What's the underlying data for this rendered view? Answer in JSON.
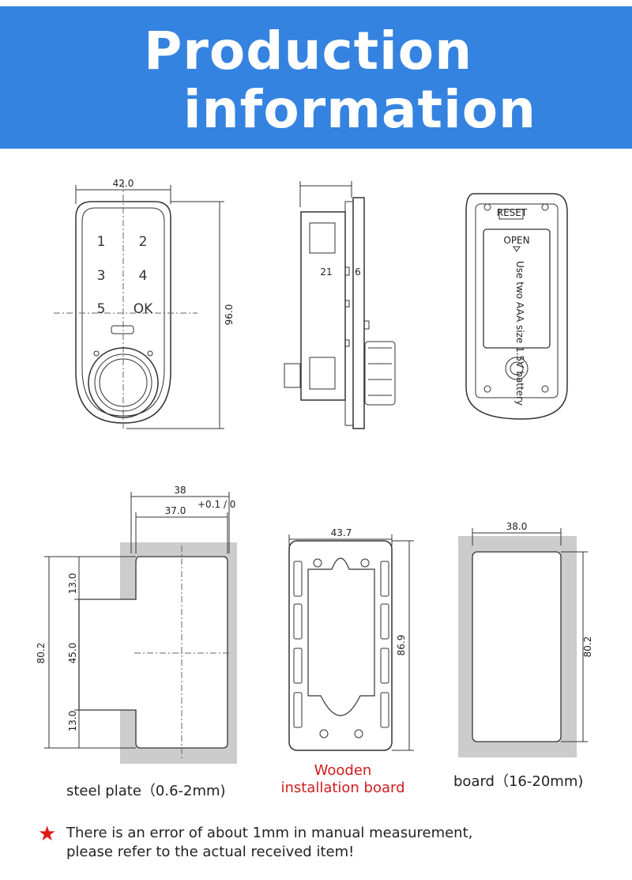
{
  "banner": {
    "line1": "Production",
    "line2": "information",
    "color": "#3583e0"
  },
  "lock_front": {
    "width_label": "42.0",
    "height_label": "96.0",
    "keys": [
      "1",
      "2",
      "3",
      "4",
      "5",
      "OK"
    ]
  },
  "lock_side": {
    "label_a": "21",
    "label_b": "6"
  },
  "lock_back": {
    "reset_label": "RESET",
    "open_label": "OPEN",
    "battery_label": "Use two AAA size 1.5V battery"
  },
  "steel_plate": {
    "outer_width": "38",
    "inner_width": "37.0",
    "inner_tol": "+0.1 / 0",
    "total_height": "80.2",
    "seg_top": "13.0",
    "seg_mid": "45.0",
    "seg_bot": "13.0",
    "caption": "steel plate（0.6-2mm)"
  },
  "wood_board": {
    "width": "43.7",
    "height": "86.9",
    "caption_line1": "Wooden",
    "caption_line2": "installation board"
  },
  "board": {
    "width": "38.0",
    "height": "80.2",
    "caption": "board（16-20mm)"
  },
  "note": {
    "line1": "There is an error of about 1mm in manual measurement,",
    "line2": "please refer to the actual received item!",
    "star_color": "#e01818"
  }
}
